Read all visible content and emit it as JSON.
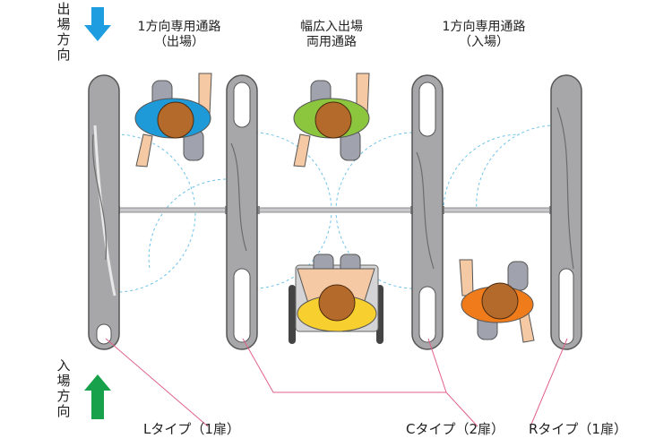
{
  "direction_exit": {
    "chars": [
      "出",
      "場",
      "方",
      "向"
    ],
    "arrow_color": "#1e9ee0"
  },
  "direction_entry": {
    "chars": [
      "入",
      "場",
      "方",
      "向"
    ],
    "arrow_color": "#17a14a"
  },
  "lanes": [
    {
      "line1": "1方向専用通路",
      "line2": "（出場）"
    },
    {
      "line1": "幅広入出場",
      "line2": "両用通路"
    },
    {
      "line1": "1方向専用通路",
      "line2": "（入場）"
    }
  ],
  "panel_types": {
    "l": "Lタイプ（1扉）",
    "c": "Cタイプ（2扉）",
    "r": "Rタイプ（1扉）"
  },
  "colors": {
    "gate_fill": "#a7a7a9",
    "gate_outline": "#555555",
    "callout_line": "#e0608a",
    "swing_arc": "#6fc3e8",
    "person_exit": "#1f9ad8",
    "person_wide": "#8cc63f",
    "person_wheelchair": "#f7cf2f",
    "person_entry": "#f07b1a",
    "hair": "#b36a2a",
    "skin": "#f4c9a3",
    "pants": "#a0a3ad"
  }
}
